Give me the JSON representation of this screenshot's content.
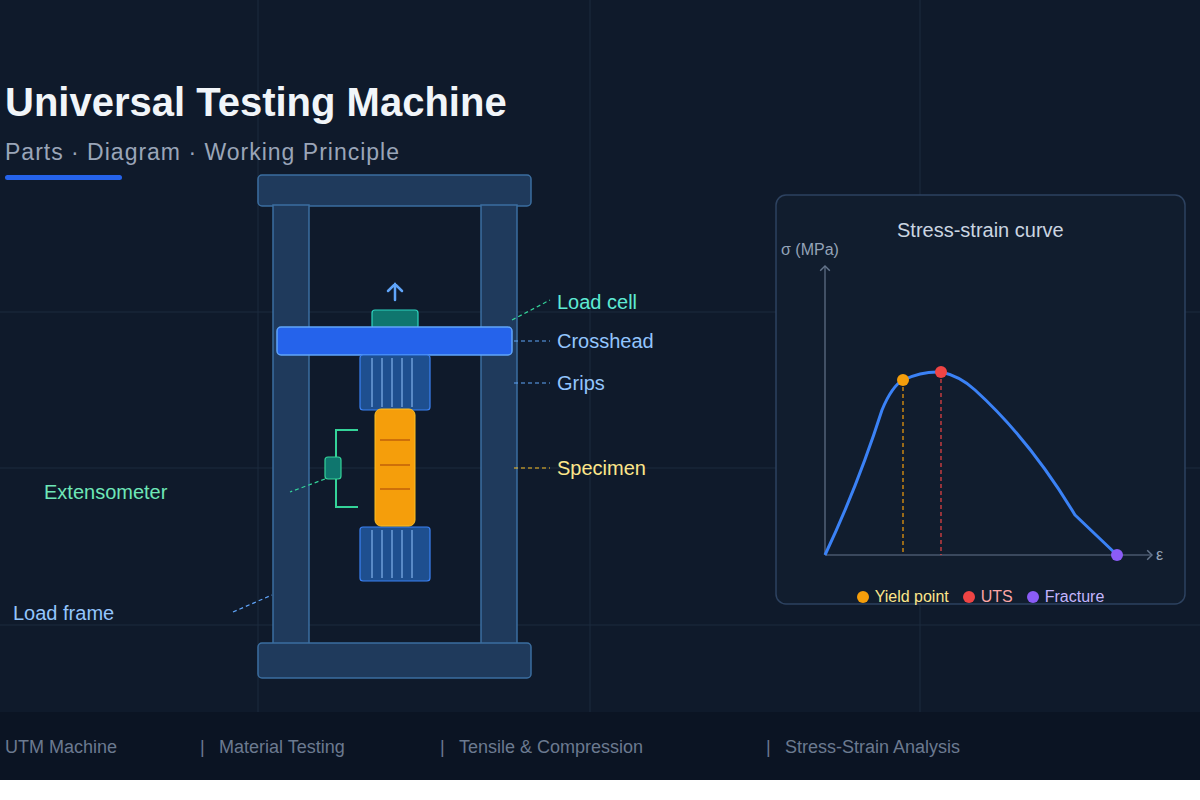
{
  "diagram": {
    "title": "Universal Testing Machine",
    "caption": "Parts · Diagram · Working Principle",
    "nodes": [
      {
        "text": [
          "Stress-strain curve",
          "σ (MPa)",
          "ε"
        ]
      },
      {
        "text": [
          "UTM Machine",
          "|",
          "Material Testing",
          "|",
          "Tensile & Compression",
          "|",
          "Stress-Strain Analysis"
        ]
      }
    ],
    "labels": [
      "Load cell",
      "Crosshead",
      "Grips",
      "Specimen",
      "Extensometer",
      "Load frame"
    ],
    "legend": [
      {
        "text": "Yield point",
        "color": "#f59e0b"
      },
      {
        "text": "UTS",
        "color": "#ef4444"
      },
      {
        "text": "Fracture",
        "color": "#8b5cf6"
      }
    ]
  }
}
